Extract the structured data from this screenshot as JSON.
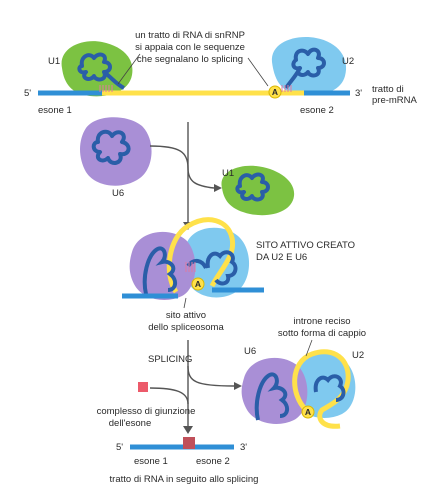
{
  "labels": {
    "snrnp_note_1": "un tratto di RNA di snRNP",
    "snrnp_note_2": "si appaia con le sequenze",
    "snrnp_note_3": "che segnalano lo splicing",
    "u1_top": "U1",
    "u2_top": "U2",
    "five_prime_top": "5'",
    "three_prime_top": "3'",
    "premrna_1": "tratto di",
    "premrna_2": "pre-mRNA",
    "exon1_top": "esone 1",
    "exon2_top": "esone 2",
    "u6_mid": "U6",
    "u1_released": "U1",
    "active_site_1": "SITO ATTIVO CREATO",
    "active_site_2": "DA U2 E U6",
    "active_site_ptr_1": "sito attivo",
    "active_site_ptr_2": "dello spliceosoma",
    "splicing": "SPLICING",
    "intron_1": "introne reciso",
    "intron_2": "sotto forma di cappio",
    "u6_bottom": "U6",
    "u2_bottom": "U2",
    "junction_1": "complesso di giunzione",
    "junction_2": "dell'esone",
    "five_prime_bottom": "5'",
    "three_prime_bottom": "3'",
    "exon1_bottom": "esone 1",
    "exon2_bottom": "esone 2",
    "caption": "tratto di RNA in seguito allo splicing",
    "branch_a1": "A",
    "branch_a2": "A",
    "branch_a3": "A"
  },
  "colors": {
    "exon": "#2f8fd6",
    "intron": "#ffe14a",
    "u1": "#7cc242",
    "u2": "#7fc9ef",
    "u6": "#a98fd6",
    "rna_dark": "#2a5ea8",
    "junction": "#ec5a6a"
  },
  "icons": [
    "arrow-down-icon",
    "arrow-branch-icon"
  ]
}
